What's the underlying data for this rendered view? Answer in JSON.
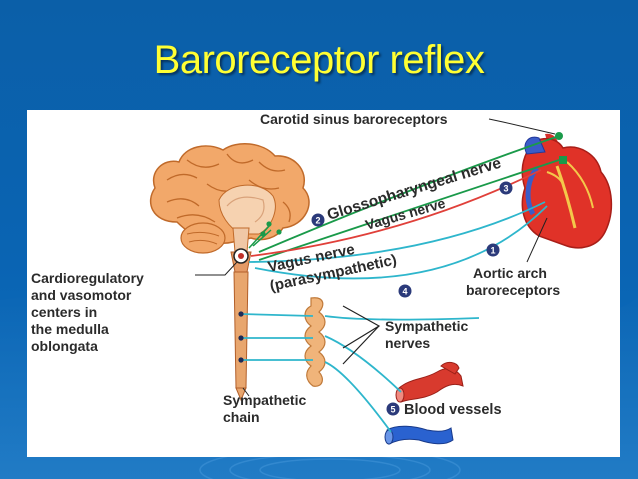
{
  "slide": {
    "title": "Baroreceptor reflex",
    "colors": {
      "background": "#0b5fa8",
      "title": "#ffff33",
      "glossopharyngeal": "#1a9a4a",
      "vagus_sensory": "#e0403a",
      "sympathetic": "#2eb6cc"
    }
  },
  "diagram": {
    "labels": {
      "carotid": "Carotid sinus baroreceptors",
      "glossopharyngeal": "Glossopharyngeal nerve",
      "vagus": "Vagus nerve",
      "vagus_para_1": "Vagus nerve",
      "vagus_para_2": "(parasympathetic)",
      "cardio_1": "Cardioregulatory",
      "cardio_2": "and vasomotor",
      "cardio_3": "centers in",
      "cardio_4": "the medulla",
      "cardio_5": "oblongata",
      "aortic_1": "Aortic arch",
      "aortic_2": "baroreceptors",
      "symp_nerves_1": "Sympathetic",
      "symp_nerves_2": "nerves",
      "symp_chain_1": "Sympathetic",
      "symp_chain_2": "chain",
      "blood_vessels": "Blood vessels"
    },
    "steps": [
      "1",
      "2",
      "3",
      "4",
      "5"
    ]
  }
}
